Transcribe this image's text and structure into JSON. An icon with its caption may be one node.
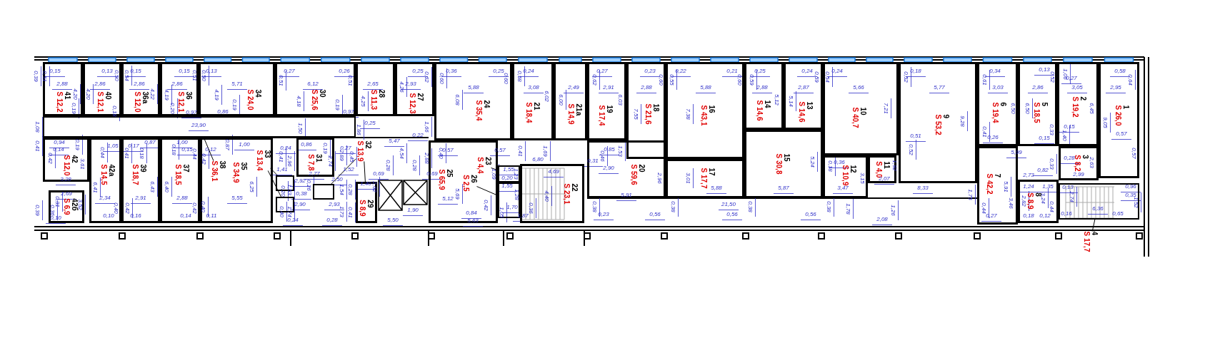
{
  "diagram": {
    "nodes": [
      {
        "text": [
          "41",
          "S 12,2"
        ]
      },
      {
        "text": [
          "40",
          "S 12,1"
        ]
      },
      {
        "text": [
          "36а",
          "S 12,0"
        ]
      },
      {
        "text": [
          "36",
          "S 12,1"
        ]
      },
      {
        "text": [
          "34",
          "S 24,0"
        ]
      },
      {
        "text": [
          "30",
          "S 25,6"
        ]
      },
      {
        "text": [
          "28",
          "S 11,3"
        ]
      },
      {
        "text": [
          "27",
          "S 12,3"
        ]
      },
      {
        "text": [
          "24",
          "S 35,4"
        ]
      },
      {
        "text": [
          "21",
          "S 18,4"
        ]
      },
      {
        "text": [
          "21а",
          "S 14,9"
        ]
      },
      {
        "text": [
          "19",
          "S 17,4"
        ]
      },
      {
        "text": [
          "18",
          "S 21,6"
        ]
      },
      {
        "text": [
          "16",
          "S 43,1"
        ]
      },
      {
        "text": [
          "14",
          "S 14,6"
        ]
      },
      {
        "text": [
          "13",
          "S 14,6"
        ]
      },
      {
        "text": [
          "10",
          "S 40,7"
        ]
      },
      {
        "text": [
          "9",
          "S 53,2"
        ]
      },
      {
        "text": [
          "6",
          "S 19,4"
        ]
      },
      {
        "text": [
          "5",
          "S 18,5"
        ]
      },
      {
        "text": [
          "2",
          "S 19,2"
        ]
      },
      {
        "text": [
          "1",
          "S 26,0"
        ]
      },
      {
        "text": [
          "42",
          "S 12,0"
        ]
      },
      {
        "text": [
          "42б",
          "S 6,9"
        ]
      },
      {
        "text": [
          "42а",
          "S 14,5"
        ]
      },
      {
        "text": [
          "39",
          "S 18,7"
        ]
      },
      {
        "text": [
          "37",
          "S 18,5"
        ]
      },
      {
        "text": [
          "38",
          "S 36,1"
        ],
        "in": 28
      },
      {
        "text": [
          "35",
          "S 34,9"
        ]
      },
      {
        "text": [
          "33",
          "S 13,4"
        ],
        "in": 28
      },
      {
        "text": [
          "31",
          "S 7,8"
        ]
      },
      {
        "text": [
          "32",
          "S 13,9"
        ]
      },
      {
        "text": [
          "29",
          "S 8,9"
        ]
      },
      {
        "text": [
          "25",
          "S 65,9"
        ]
      },
      {
        "text": [
          "26",
          "S 2,5"
        ],
        "in": 33
      },
      {
        "text": [
          "23",
          "S 4,4"
        ],
        "in": 33
      },
      {
        "text": [
          "22",
          "S 23,1"
        ]
      },
      {
        "text": [
          "20",
          "S 59,6"
        ]
      },
      {
        "text": [
          "17",
          "S 17,7"
        ]
      },
      {
        "text": [
          "15",
          "S 30,8"
        ]
      },
      {
        "text": [
          "12",
          "S 10,9"
        ]
      },
      {
        "text": [
          "11",
          "S 4,0"
        ]
      },
      {
        "text": [
          "7",
          "S 42,2"
        ]
      },
      {
        "text": [
          "8",
          "S 8,9"
        ]
      },
      {
        "text": [
          "3",
          "S 8,2"
        ]
      },
      {
        "text": [
          "4",
          "S 17,7"
        ]
      },
      {
        "text": [],
        "shape": "box"
      },
      {
        "text": [],
        "shape": "box"
      },
      {
        "text": [],
        "shape": "box"
      },
      {
        "text": [],
        "shape": "box"
      },
      {
        "text": [],
        "shape": "box"
      },
      {
        "text": [],
        "shape": "box"
      },
      {
        "text": [],
        "shape": "box"
      }
    ],
    "edges": [
      {
        "from": 27,
        "to": 46,
        "arrow": "none"
      },
      {
        "from": 29,
        "to": 47,
        "arrow": "none"
      },
      {
        "from": 29,
        "to": 48,
        "arrow": "none"
      },
      {
        "from": 31,
        "to": 49,
        "arrow": "none"
      },
      {
        "from": 31,
        "to": 32,
        "arrow": "none"
      },
      {
        "from": 34,
        "to": 51,
        "arrow": "none"
      },
      {
        "from": 35,
        "to": 50,
        "arrow": "none"
      },
      {
        "from": 45,
        "to": 52,
        "arrow": "none"
      }
    ],
    "labels": [
      "0,39",
      "0,51",
      "0,15",
      "2,88",
      "4,20",
      "0,19",
      "4,20",
      "2,86",
      "0,18",
      "0,13",
      "0,50",
      "0,54",
      "0,15",
      "2,86",
      "4,22",
      "4,19",
      "0,20",
      "2,86",
      "0,15",
      "0,51",
      "0,97",
      "0,50",
      "0,13",
      "4,19",
      "23,90",
      "1,08",
      "0,41",
      "0,94",
      "0,14",
      "0,19",
      "0,42",
      "3,61",
      "3,28",
      "2,69",
      "0,31",
      "0,36",
      "0,10",
      "3,52",
      "0,39",
      "1,05",
      "0,44",
      "6,41",
      "2,34",
      "0,40",
      "0,10",
      "0,17",
      "0,41",
      "0,18",
      "0,87",
      "6,43",
      "2,91",
      "0,42",
      "0,16",
      "1,00",
      "0,18",
      "0,15",
      "0,44",
      "0,12",
      "0,42",
      "6,40",
      "2,88",
      "0,14",
      "0,42",
      "0,40",
      "0,11",
      "0,86",
      "0,19",
      "5,71",
      "0,87",
      "1,00",
      "6,25",
      "5,55",
      "0,27",
      "0,51",
      "4,18",
      "6,12",
      "0,26",
      "0,51",
      "0,19",
      "0,97",
      "2,65",
      "4,25",
      "4,26",
      "0,25",
      "1,50",
      "1,86",
      "5,47",
      "4,54",
      "0,24",
      "0,41",
      "2,96",
      "0,86",
      "0,19",
      "2,74",
      "2,89",
      "0,27",
      "0,45",
      "1,41",
      "2,77",
      "1,52",
      "2,92",
      "2,50",
      "1,53",
      "0,26",
      "0,38",
      "0,20",
      "1,54",
      "0,28",
      "2,90",
      "2,93",
      "0,40",
      "1,74",
      "0,24",
      "1,73",
      "0,41",
      "0,28",
      "0,69",
      "0,28",
      "1,40",
      "2,62",
      "5,50",
      "2,93",
      "0,25",
      "0,62",
      "0,60",
      "0,36",
      "5,88",
      "6,08",
      "0,25",
      "0,60",
      "0,58",
      "0,24",
      "3,08",
      "6,02",
      "6,00",
      "2,49",
      "1,66",
      "0,22",
      "0,57",
      "0,40",
      "0,57",
      "0,41",
      "1,69",
      "2,88",
      "0,28",
      "0,69",
      "5,69",
      "5,12",
      "6,80",
      "1,09",
      "1,55",
      "0,20",
      "1,23",
      "4,69",
      "1,55",
      "1,28",
      "4,40",
      "1,90",
      "0,84",
      "0,42",
      "1,70",
      "1,05",
      "1,87",
      "0,36",
      "5,63",
      "0,62",
      "0,27",
      "2,91",
      "6,03",
      "0,23",
      "0,60",
      "2,88",
      "7,55",
      "0,55",
      "0,22",
      "5,88",
      "7,38",
      "0,21",
      "0,60",
      "0,59",
      "0,25",
      "2,88",
      "5,12",
      "0,85",
      "1,53",
      "0,46",
      "0,31",
      "2,90",
      "2,96",
      "3,01",
      "5,88",
      "5,91",
      "21,50",
      "0,38",
      "0,23",
      "0,56",
      "0,38",
      "0,56",
      "0,38",
      "5,14",
      "2,87",
      "0,24",
      "0,59",
      "0,54",
      "0,24",
      "5,66",
      "7,21",
      "0,52",
      "0,18",
      "5,77",
      "9,28",
      "0,51",
      "0,52",
      "5,24",
      "0,36",
      "0,18",
      "3,15",
      "1,92",
      "2,07",
      "5,87",
      "3,47",
      "8,33",
      "0,56",
      "0,38",
      "1,78",
      "1,26",
      "2,08",
      "0,61",
      "0,34",
      "3,03",
      "6,50",
      "6,50",
      "2,86",
      "0,13",
      "0,52",
      "1,06",
      "0,27",
      "3,05",
      "6,45",
      "9,05",
      "0,58",
      "0,64",
      "2,95",
      "0,41",
      "0,26",
      "0,33",
      "0,15",
      "0,15",
      "1,40",
      "0,57",
      "0,57",
      "5,99",
      "0,28",
      "0,33",
      "0,82",
      "2,73",
      "2,99",
      "2,63",
      "1,75",
      "5,91",
      "3,46",
      "1,24",
      "1,35",
      "2,82",
      "3,24",
      "0,44",
      "0,27",
      "0,18",
      "0,12",
      "0,44",
      "0,13",
      "2,74",
      "0,16",
      "6,36",
      "0,96",
      "0,35",
      "1,52",
      "0,65"
    ]
  }
}
